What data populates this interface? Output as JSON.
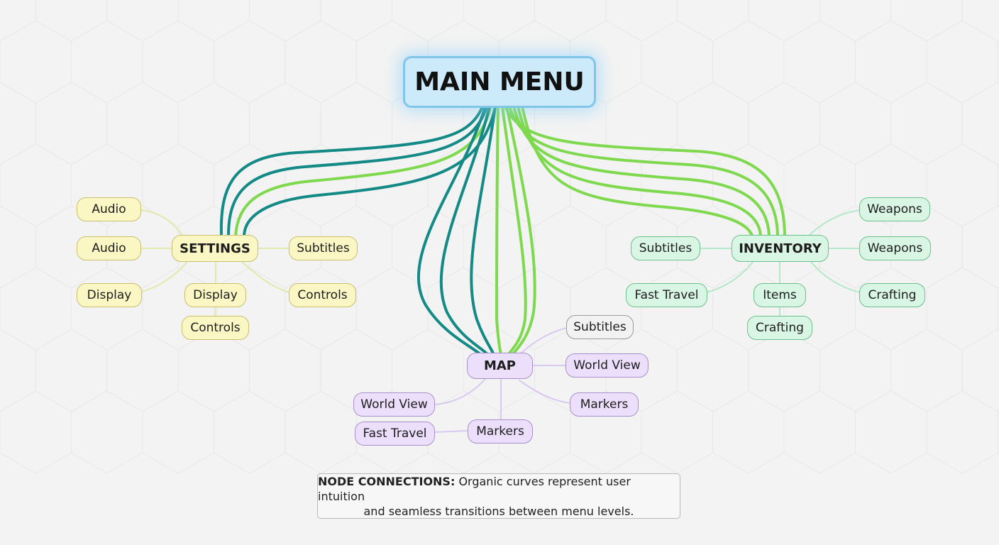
{
  "main_menu": "MAIN MENU",
  "settings": {
    "hub": "SETTINGS",
    "audio_1": "Audio",
    "audio_2": "Audio",
    "display_left": "Display",
    "display_below": "Display",
    "controls_below": "Controls",
    "subtitles": "Subtitles",
    "controls_right": "Controls"
  },
  "inventory": {
    "hub": "INVENTORY",
    "subtitles": "Subtitles",
    "fast_travel": "Fast Travel",
    "items": "Items",
    "crafting_below": "Crafting",
    "weapons_1": "Weapons",
    "weapons_2": "Weapons",
    "crafting_right": "Crafting"
  },
  "map": {
    "hub": "MAP",
    "subtitles": "Subtitles",
    "world_view_right": "World View",
    "markers_right": "Markers",
    "world_view_left": "World View",
    "fast_travel": "Fast Travel",
    "markers_below": "Markers"
  },
  "note": {
    "label": "NODE CONNECTIONS:",
    "line1": "Organic curves represent user intuition",
    "line2": "and seamless transitions between menu levels."
  },
  "colors": {
    "teal": "#138a86",
    "lime": "#7fd94f",
    "settings_link": "#dfe6a6",
    "inventory_link": "#a8e6bf",
    "map_link": "#d2bff0"
  }
}
